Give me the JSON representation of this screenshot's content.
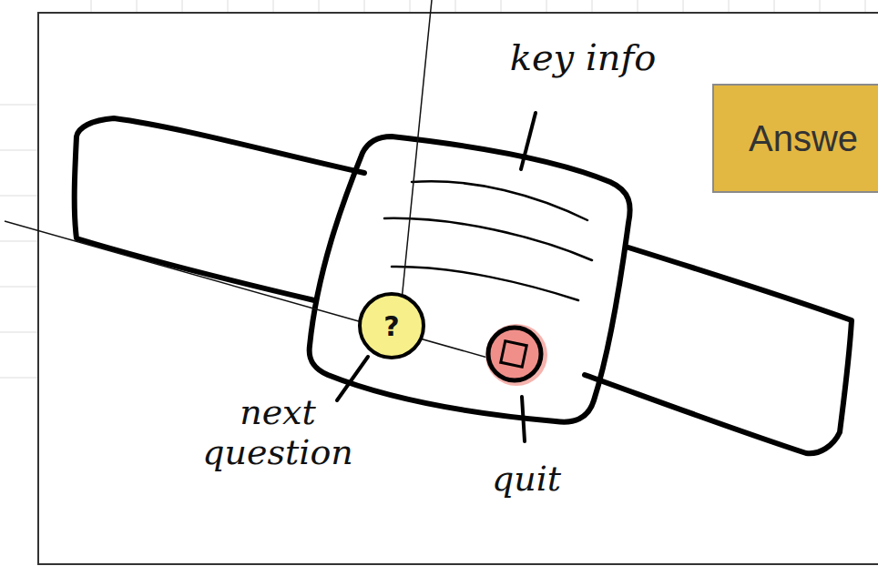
{
  "diagram": {
    "nodes": [
      {
        "text": [
          "?"
        ]
      },
      {
        "text": [
          "Answe"
        ]
      }
    ],
    "labels": [
      "key info",
      "next question",
      "quit"
    ]
  }
}
